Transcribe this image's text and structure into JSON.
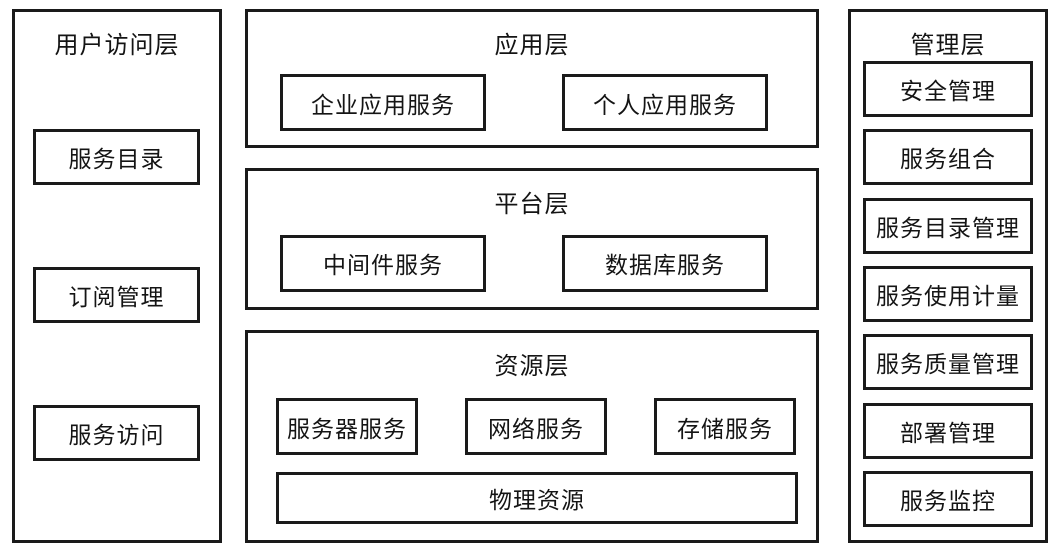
{
  "colors": {
    "border": "#1a1a1a",
    "background": "#ffffff",
    "text": "#141414"
  },
  "user_access_layer": {
    "title": "用户访问层",
    "items": [
      "服务目录",
      "订阅管理",
      "服务访问"
    ]
  },
  "layers": [
    {
      "title": "应用层",
      "items": [
        "企业应用服务",
        "个人应用服务"
      ]
    },
    {
      "title": "平台层",
      "items": [
        "中间件服务",
        "数据库服务"
      ]
    },
    {
      "title": "资源层",
      "items": [
        "服务器服务",
        "网络服务",
        "存储服务"
      ],
      "base_item": "物理资源"
    }
  ],
  "management_layer": {
    "title": "管理层",
    "items": [
      "安全管理",
      "服务组合",
      "服务目录管理",
      "服务使用计量",
      "服务质量管理",
      "部署管理",
      "服务监控"
    ]
  }
}
